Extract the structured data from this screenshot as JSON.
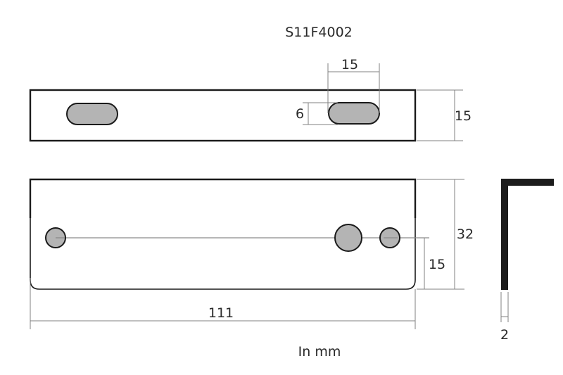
{
  "drawing": {
    "part_number": "S11F4002",
    "units_note": "In mm",
    "colors": {
      "outline": "#1a1a1a",
      "hole_fill": "#b4b4b4",
      "dimension_line": "#808080",
      "background": "#ffffff"
    },
    "top_view": {
      "slot_width_label": "15",
      "slot_height_label": "6",
      "overall_height_label": "15",
      "slots": 2
    },
    "front_view": {
      "overall_height_label": "32",
      "hole_center_height_label": "15",
      "overall_length_label": "111",
      "holes": 3
    },
    "profile_view": {
      "thickness_label": "2"
    }
  }
}
